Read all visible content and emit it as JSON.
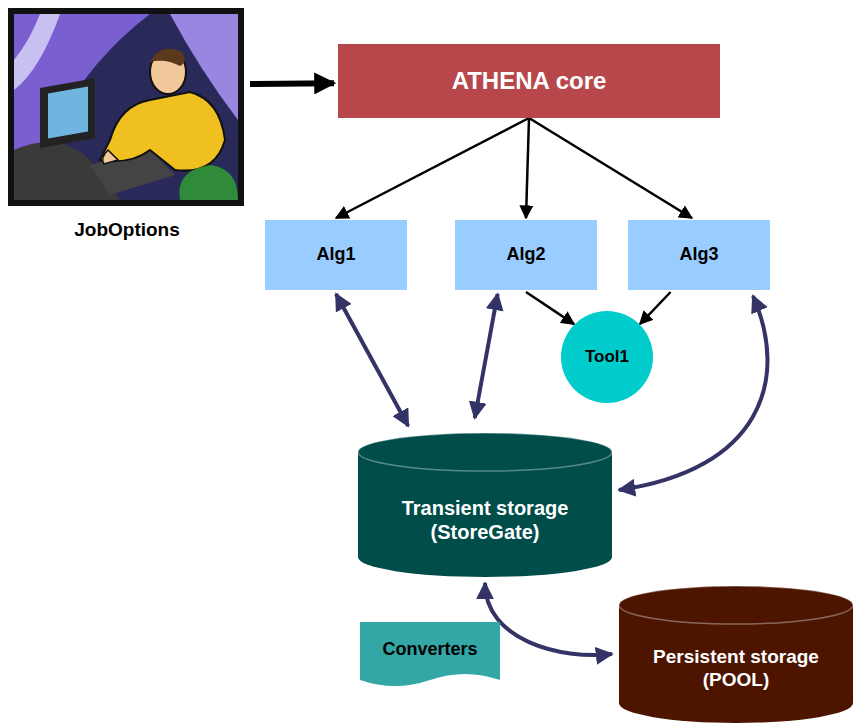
{
  "diagram": {
    "nodes": [
      {
        "text": [
          "JobOptions"
        ]
      },
      {
        "text": [
          "ATHENA core"
        ]
      },
      {
        "text": [
          "Alg1"
        ]
      },
      {
        "text": [
          "Alg2"
        ]
      },
      {
        "text": [
          "Alg3"
        ]
      },
      {
        "text": [
          "Tool1"
        ]
      },
      {
        "text": [
          "Transient storage (StoreGate)"
        ]
      },
      {
        "text": [
          "Converters"
        ]
      },
      {
        "text": [
          "Persistent storage (POOL)"
        ]
      }
    ],
    "edges": [
      {
        "from": 0,
        "to": 1,
        "arrow": "to"
      },
      {
        "from": 1,
        "to": 2,
        "arrow": "to"
      },
      {
        "from": 1,
        "to": 3,
        "arrow": "to"
      },
      {
        "from": 1,
        "to": 4,
        "arrow": "to"
      },
      {
        "from": 3,
        "to": 5,
        "arrow": "to"
      },
      {
        "from": 4,
        "to": 5,
        "arrow": "to"
      },
      {
        "from": 2,
        "to": 6,
        "arrow": "both"
      },
      {
        "from": 3,
        "to": 6,
        "arrow": "both"
      },
      {
        "from": 4,
        "to": 6,
        "arrow": "both"
      },
      {
        "from": 6,
        "to": 8,
        "arrow": "both"
      }
    ]
  }
}
